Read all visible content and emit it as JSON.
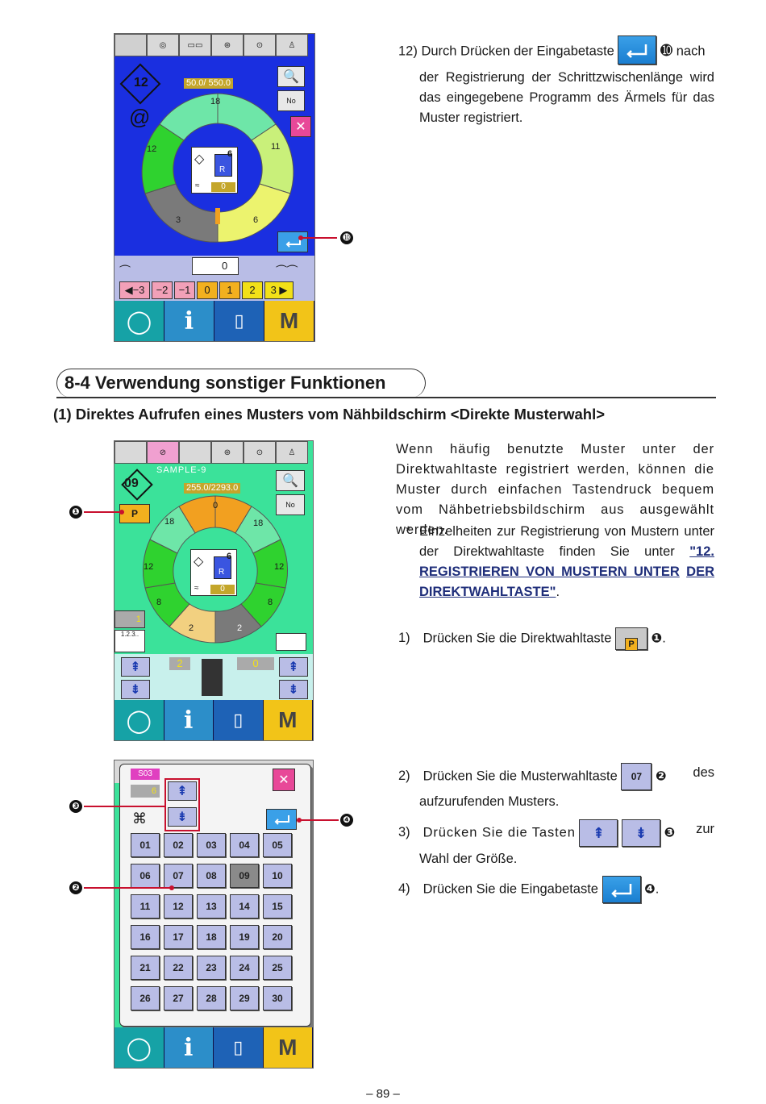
{
  "step12": {
    "num": "12)",
    "line1_pre": "Durch Drücken der Eingabetaste",
    "line1_post": "nach",
    "callout": "➓",
    "body": "der Registrierung der Schrittzwischenlänge wird das eingegebene Programm des Ärmels für das Muster registriert."
  },
  "screen1": {
    "counter": "50.0/ 550.0",
    "program_no": "12",
    "segments": [
      "18",
      "11",
      "6",
      "3",
      "12"
    ],
    "center_num": "6",
    "center_r": "R",
    "center_val": "0",
    "feed_val": "0",
    "steps": [
      "◀−3",
      "−2",
      "−1",
      "0",
      "1",
      "2",
      "3 ▶"
    ],
    "callout": "➓",
    "bottom_m": "M"
  },
  "section": {
    "title": "8-4 Verwendung sonstiger Funktionen",
    "subtitle": "(1) Direktes Aufrufen eines Musters vom Nähbildschirm <Direkte Musterwahl>"
  },
  "screen2": {
    "pattern_name": "SAMPLE-9",
    "pattern_no": "09",
    "counter": "255.0/2293.0",
    "segments": [
      "0",
      "18",
      "12",
      "8",
      "2",
      "2",
      "8",
      "12",
      "18"
    ],
    "center_num": "6",
    "center_r": "R",
    "center_val": "0",
    "left_val": "1",
    "left_label": "1.2.3..",
    "val_left": "2",
    "val_right": "0",
    "p_label": "P",
    "callout": "❶",
    "bottom_m": "M"
  },
  "intro": {
    "para": "Wenn häufig benutzte Muster unter der Direktwahltaste registriert werden, können die Muster durch einfachen Tastendruck bequem vom Nähbetriebsbildschirm aus ausgewählt werden.",
    "note_star": "*",
    "note_text": "Einzelheiten zur Registrierung von Mustern unter der Direktwahltaste finden Sie unter",
    "note_link1": "\"12. REGISTRIEREN VON MUSTERN UNTER",
    "note_link2": "DER DIREKTWAHLTASTE\"",
    "note_end": "."
  },
  "step1": {
    "num": "1)",
    "text": "Drücken Sie die Direktwahltaste",
    "p_label": "P",
    "callout": "❶",
    "end": "."
  },
  "screen3": {
    "code": "S03",
    "size_val": "6",
    "keys": [
      "01",
      "02",
      "03",
      "04",
      "05",
      "06",
      "07",
      "08",
      "09",
      "10",
      "11",
      "12",
      "13",
      "14",
      "15",
      "16",
      "17",
      "18",
      "19",
      "20",
      "21",
      "22",
      "23",
      "24",
      "25",
      "26",
      "27",
      "28",
      "29",
      "30"
    ],
    "selected_key": "09",
    "callout2": "❷",
    "callout3": "❸",
    "callout4": "❹",
    "bottom_m": "M"
  },
  "step2": {
    "num": "2)",
    "pre": "Drücken Sie die Musterwahltaste",
    "key": "07",
    "callout": "❷",
    "post": "des",
    "line2": "aufzurufenden Musters."
  },
  "step3": {
    "num": "3)",
    "pre": "Drücken Sie die Tasten",
    "callout": "❸",
    "post": "zur",
    "line2": "Wahl der Größe."
  },
  "step4": {
    "num": "4)",
    "pre": "Drücken Sie die Eingabetaste",
    "callout": "❹",
    "end": "."
  },
  "footer": {
    "page": "– 89 –"
  },
  "colors": {
    "accent_red": "#c8102e",
    "screen1_bg": "#1a2fe0",
    "screen2_bg": "#3be29a",
    "link_blue": "#1f2e7a"
  }
}
